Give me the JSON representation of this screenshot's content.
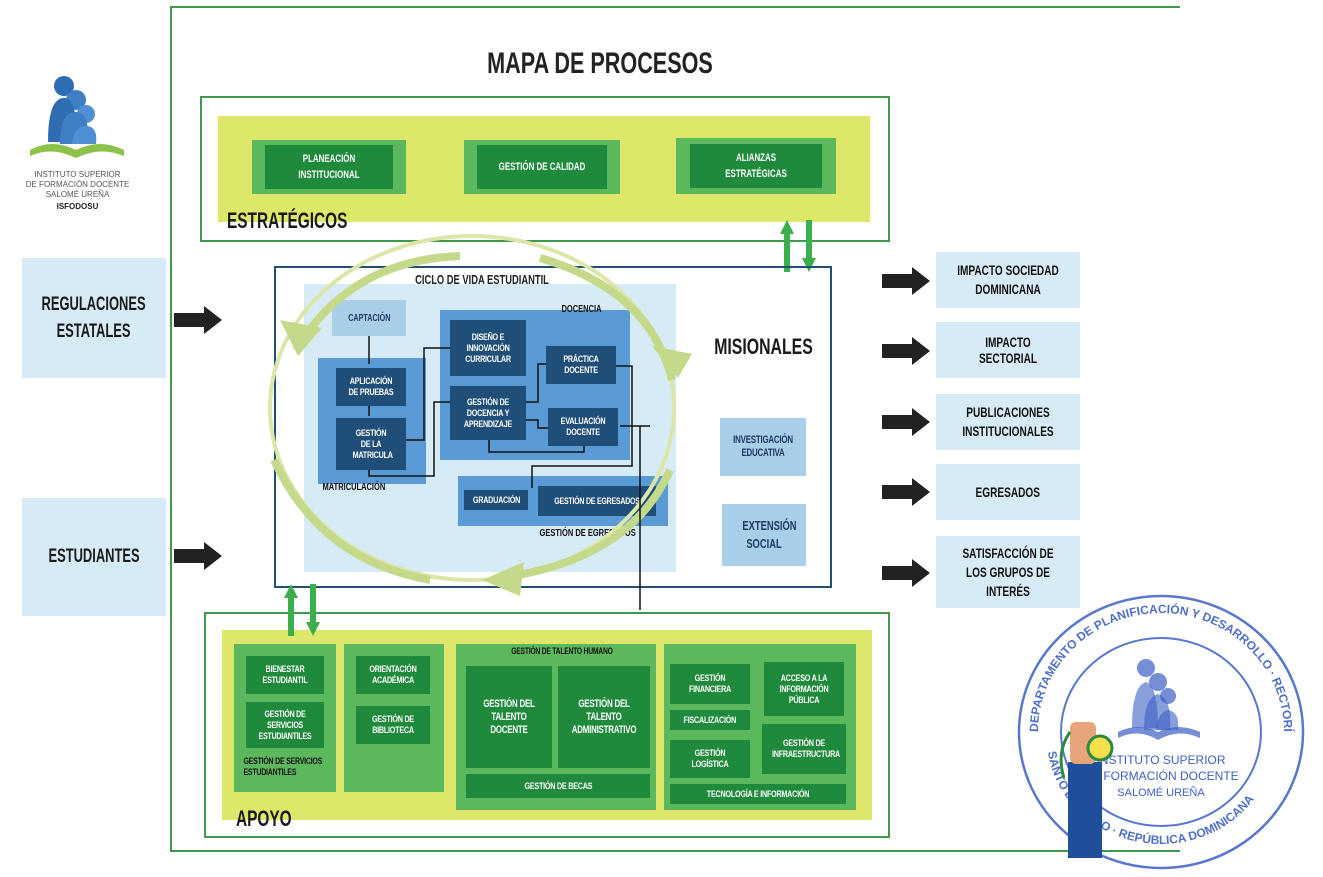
{
  "title": "MAPA DE PROCESOS",
  "logo": {
    "lines": [
      "INSTITUTO SUPERIOR",
      "DE FORMACIÓN DOCENTE",
      "SALOMÉ UREÑA"
    ],
    "acronym": "ISFODOSU"
  },
  "inputs": [
    "REGULACIONES ESTATALES",
    "ESTUDIANTES"
  ],
  "outputs": [
    "IMPACTO SOCIEDAD DOMINICANA",
    "IMPACTO SECTORIAL",
    "PUBLICACIONES INSTITUCIONALES",
    "EGRESADOS",
    "SATISFACCIÓN DE LOS GRUPOS DE INTERÉS"
  ],
  "strategic": {
    "label": "ESTRATÉGICOS",
    "items": [
      "PLANEACIÓN INSTITUCIONAL",
      "GESTIÓN DE CALIDAD",
      "ALIANZAS ESTRATÉGICAS"
    ]
  },
  "missional": {
    "label": "MISIONALES",
    "cycle_label": "CICLO DE VIDA ESTUDIANTIL",
    "captacion": "CAPTACIÓN",
    "matriculacion": {
      "label": "MATRICULACIÓN",
      "items": [
        "APLICACIÓN DE PRUEBAS",
        "GESTIÓN DE LA MATRICULA"
      ]
    },
    "docencia": {
      "label": "DOCENCIA",
      "items": [
        "DISEÑO E INNOVACIÓN CURRICULAR",
        "GESTIÓN DE DOCENCIA Y APRENDIZAJE",
        "PRÁCTICA DOCENTE",
        "EVALUACIÓN DOCENTE"
      ]
    },
    "egresados": {
      "label": "GESTIÓN DE EGRESADOS",
      "items": [
        "GRADUACIÓN",
        "GESTIÓN DE EGRESADOS"
      ]
    },
    "side": [
      "INVESTIGACIÓN EDUCATIVA",
      "EXTENSIÓN SOCIAL"
    ]
  },
  "support": {
    "label": "APOYO",
    "servicios": {
      "label": "GESTIÓN DE SERVICIOS ESTUDIANTILES",
      "items": [
        "BIENESTAR ESTUDIANTIL",
        "GESTIÓN DE SERVICIOS ESTUDIANTILES"
      ]
    },
    "academico": [
      "ORIENTACIÓN ACADÉMICA",
      "GESTIÓN DE BIBLIOTECA"
    ],
    "talento": {
      "label": "GESTIÓN DE TALENTO HUMANO",
      "items": [
        "GESTIÓN DEL TALENTO DOCENTE",
        "GESTIÓN DEL TALENTO ADMINISTRATIVO",
        "GESTIÓN DE BECAS"
      ]
    },
    "admin": [
      "GESTIÓN FINANCIERA",
      "ACCESO A LA INFORMACIÓN PÚBLICA",
      "FISCALIZACIÓN",
      "GESTIÓN LOGÍSTICA",
      "GESTIÓN DE INFRAESTRUCTURA",
      "TECNOLOGÍA E INFORMACIÓN"
    ]
  },
  "stamp": {
    "ring_top": "DEPARTAMENTO DE PLANIFICACIÓN Y DESARROLLO · RECTORÍA",
    "ring_bottom": "SANTO DOMINGO · REPÚBLICA DOMINICANA",
    "center": [
      "INSTITUTO SUPERIOR",
      "DE FORMACIÓN DOCENTE",
      "SALOMÉ UREÑA"
    ]
  },
  "colors": {
    "frame_green": "#1f8a3c",
    "lime": "#dde86a",
    "light_blue": "#d6ebf5",
    "dark_blue": "#1f4e79",
    "stamp_blue": "#3b5fc4"
  }
}
